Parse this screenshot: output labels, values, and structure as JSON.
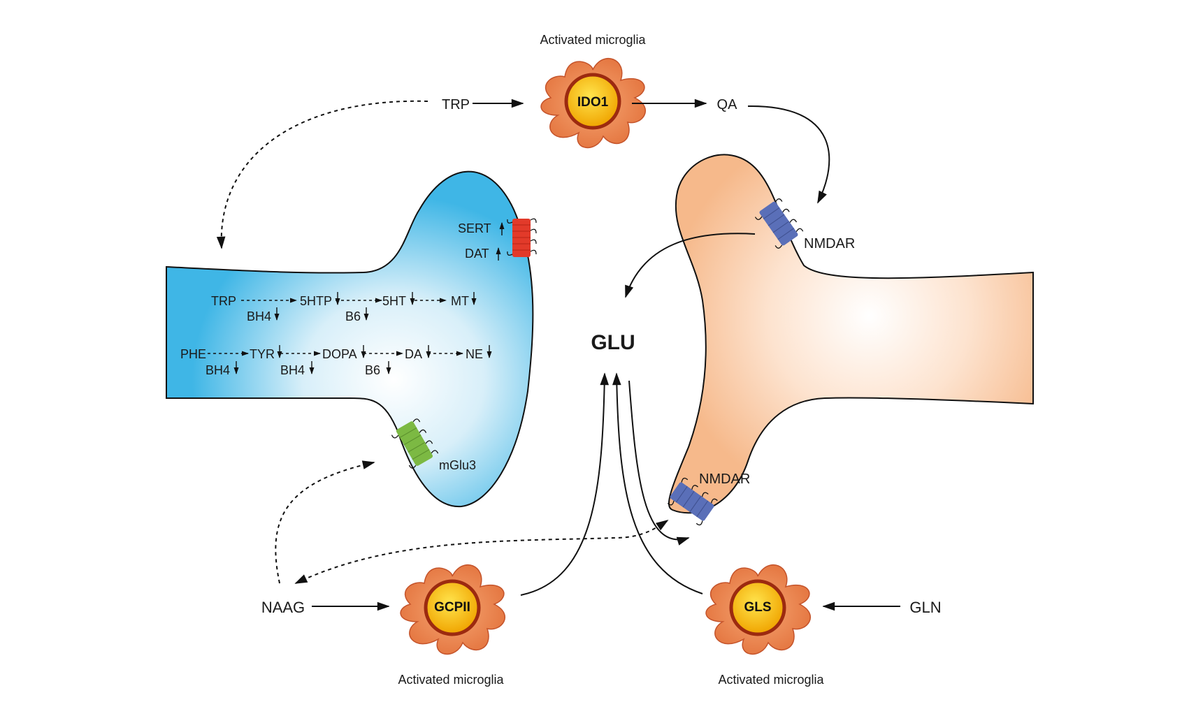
{
  "microglia": {
    "top": {
      "label": "Activated microglia",
      "enzyme": "IDO1"
    },
    "bottom_left": {
      "label": "Activated microglia",
      "enzyme": "GCPII"
    },
    "bottom_right": {
      "label": "Activated microglia",
      "enzyme": "GLS"
    }
  },
  "metabolites": {
    "trp_top": "TRP",
    "qa": "QA",
    "glu": "GLU",
    "naag": "NAAG",
    "gln": "GLN"
  },
  "receptors": {
    "nmdar_top": "NMDAR",
    "nmdar_bottom": "NMDAR",
    "mglu3": "mGlu3",
    "sert": "SERT",
    "dat": "DAT"
  },
  "pathways": {
    "serotonin": {
      "steps": [
        "TRP",
        "5HTP",
        "5HT",
        "MT"
      ],
      "cofactors": [
        "BH4",
        "B6"
      ]
    },
    "catecholamine": {
      "steps": [
        "PHE",
        "TYR",
        "DOPA",
        "DA",
        "NE"
      ],
      "cofactors": [
        "BH4",
        "BH4",
        "B6"
      ]
    }
  },
  "colors": {
    "presynaptic": "#3fb6e6",
    "postsynaptic": "#f6b98b",
    "microglia_body": "#e2703a",
    "microglia_nucleus": "#f6b800",
    "nmdar": "#5a6fb8",
    "sert_dat": "#e23a2a",
    "mglu3": "#7cb943"
  }
}
